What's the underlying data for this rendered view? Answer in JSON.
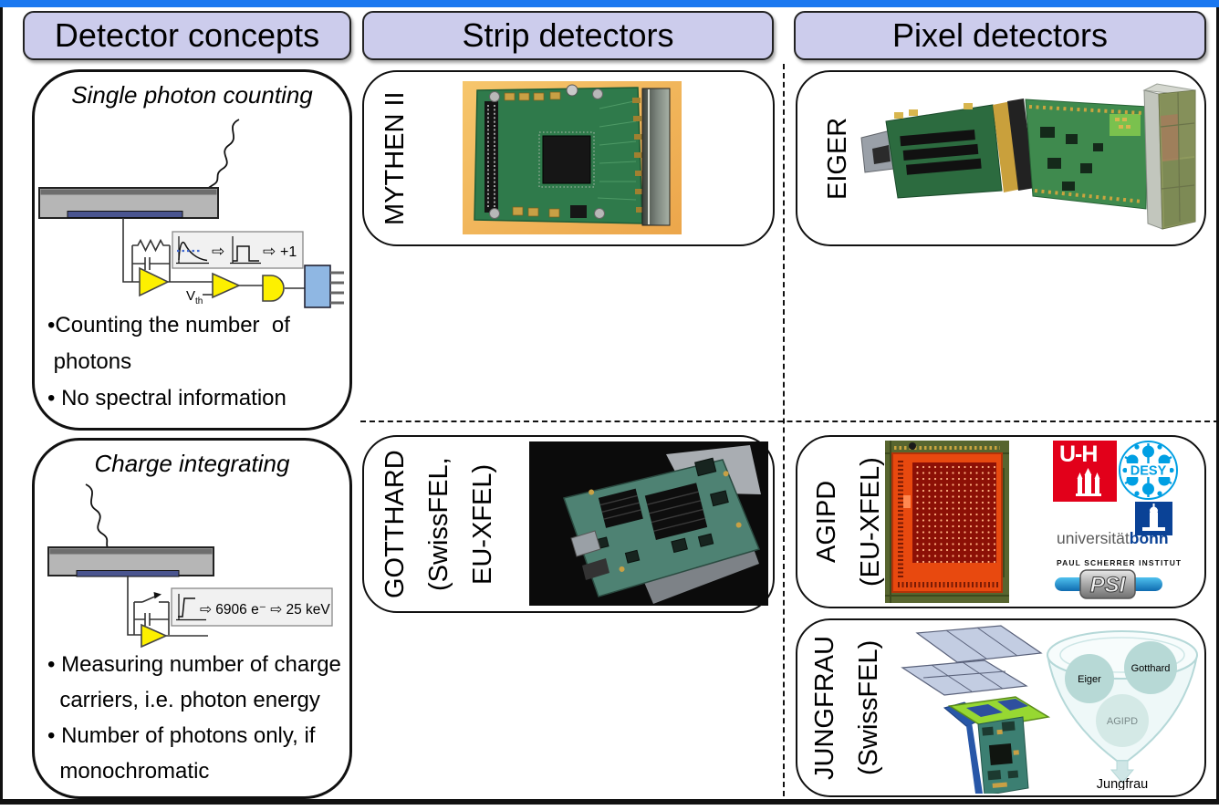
{
  "headers": {
    "concepts": "Detector concepts",
    "strip": "Strip detectors",
    "pixel": "Pixel detectors"
  },
  "colors": {
    "top_bar": "#1b78f0",
    "header_bg": "#ccccec",
    "amp_yellow": "#fdf000",
    "counter_blue": "#8fb7e3",
    "sensor_gray": "#b6b6b6",
    "electrode_blue": "#4a5590"
  },
  "concepts": {
    "counting": {
      "title": "Single photon counting",
      "vth_base": "V",
      "vth_sub": "th",
      "arrow": "⇨",
      "inset_plus": "+1",
      "bullet1": "•Counting the number  of\n photons",
      "bullet2": "• No spectral information"
    },
    "integrating": {
      "title": "Charge integrating",
      "inset_text": "⇨ 6906 e⁻ ⇨ 25 keV",
      "bullet1": "• Measuring number of charge\n  carriers, i.e. photon energy",
      "bullet2": "• Number of photons only, if\n  monochromatic"
    }
  },
  "strip": {
    "mythen_label": "MYTHEN II",
    "gotthard_label1": "GOTTHARD",
    "gotthard_label2": "(SwissFEL,",
    "gotthard_label3": "EU-XFEL)"
  },
  "pixel": {
    "eiger_label": "EIGER",
    "agipd_label1": "AGIPD",
    "agipd_label2": "(EU-XFEL)",
    "jungfrau_label1": "JUNGFRAU",
    "jungfrau_label2": "(SwissFEL)",
    "logos": {
      "uh": "U-H",
      "desy": "DESY",
      "unibonn_plain": "universität",
      "unibonn_bold": "bonn",
      "psi_caption": "PAUL SCHERRER INSTITUT",
      "psi": "PSI"
    },
    "funnel": {
      "c1": "Eiger",
      "c2": "Gotthard",
      "c3": "AGIPD",
      "label": "Jungfrau"
    }
  }
}
